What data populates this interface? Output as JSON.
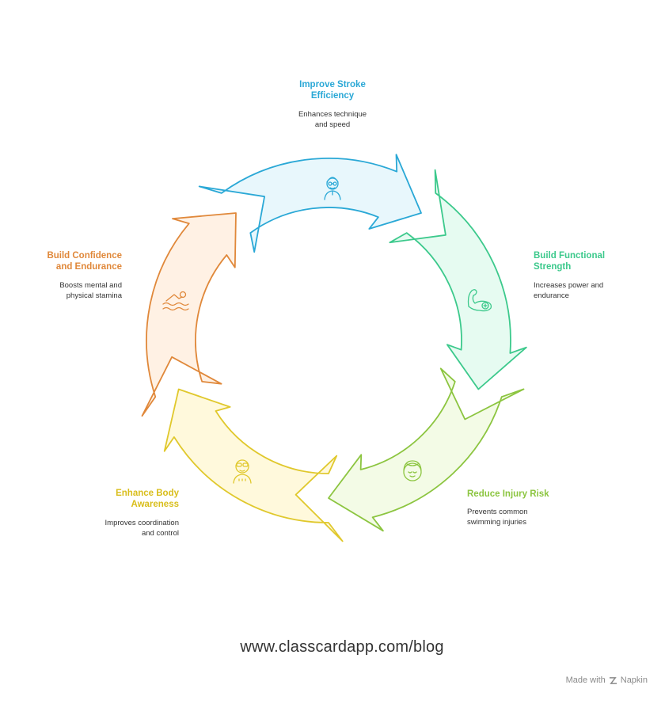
{
  "steps": [
    {
      "title": "Improve Stroke\nEfficiency",
      "desc": "Enhances technique\nand speed",
      "icon": "swimmer-with-goggles-icon",
      "color": "#2aa8d6",
      "fill": "#e8f7fc"
    },
    {
      "title": "Build Functional\nStrength",
      "desc": "Increases power and\nendurance",
      "icon": "flexed-arm-icon",
      "color": "#3cc98c",
      "fill": "#e6fbf1"
    },
    {
      "title": "Reduce Injury Risk",
      "desc": "Prevents common\nswimming injuries",
      "icon": "swim-cap-face-icon",
      "color": "#8cc540",
      "fill": "#f3fbe6"
    },
    {
      "title": "Enhance Body\nAwareness",
      "desc": "Improves coordination\nand control",
      "icon": "person-with-goggles-icon",
      "color": "#e0c82c",
      "fill": "#fff9dc"
    },
    {
      "title": "Build Confidence\nand Endurance",
      "desc": "Boosts mental and\nphysical stamina",
      "icon": "swimming-person-icon",
      "color": "#e0883a",
      "fill": "#fff1e4"
    }
  ],
  "url": "www.classcardapp.com/blog",
  "footer": {
    "made_with": "Made with",
    "brand": "Napkin"
  }
}
